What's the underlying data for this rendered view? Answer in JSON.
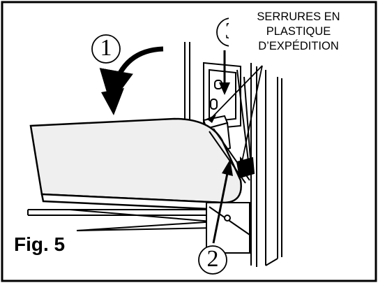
{
  "figure": {
    "label": "Fig. 5",
    "callout_lines": [
      "SERRURES EN",
      "PLASTIQUE",
      "D’EXPÉDITION"
    ],
    "step_numbers": [
      "1",
      "2",
      "3"
    ]
  },
  "colors": {
    "line": "#000000",
    "background": "#ffffff",
    "board_fill": "#efefef"
  }
}
